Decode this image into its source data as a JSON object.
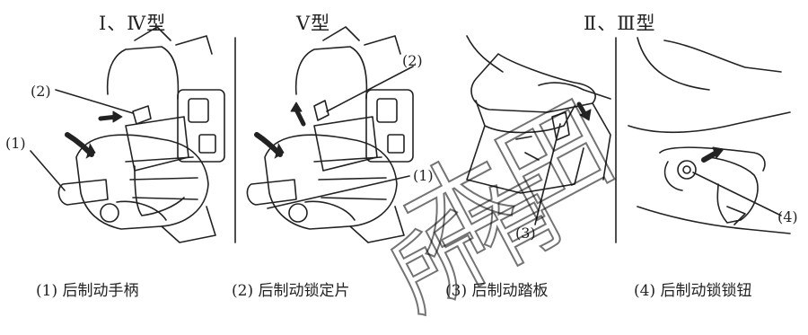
{
  "titles": {
    "type_1_4": "Ⅰ、Ⅳ型",
    "type_5": "Ⅴ型",
    "type_2_3": "Ⅱ、Ⅲ型"
  },
  "callouts": {
    "c1": "(1)",
    "c2": "(2)",
    "c3": "(3)",
    "c4": "(4)"
  },
  "captions": {
    "cap1": "(1) 后制动手柄",
    "cap2": "(2) 后制动锁定片",
    "cap3": "(3) 后制动踏板",
    "cap4": "(4) 后制动锁锁钮"
  },
  "watermark": {
    "w1": "本田",
    "w2": "所有"
  }
}
